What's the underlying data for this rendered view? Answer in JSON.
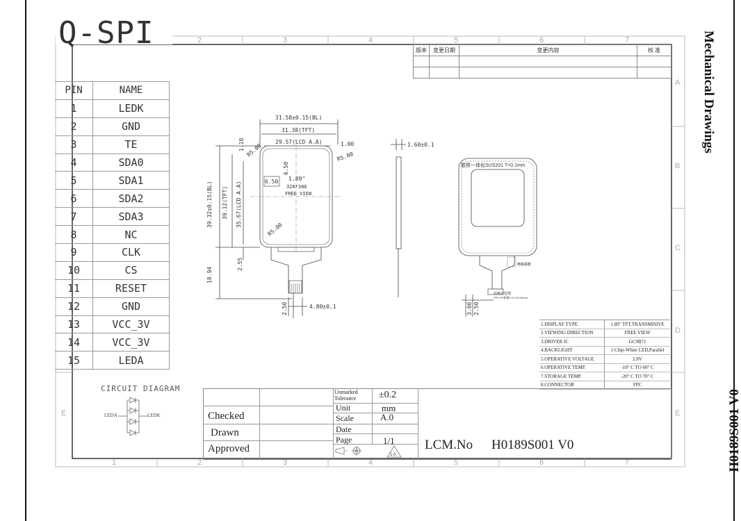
{
  "title": "Q-SPI",
  "side_title": "Mechanical Drawings",
  "side_model": "H0189S001 V0",
  "pin_table": {
    "header_pin": "PIN",
    "header_name": "NAME",
    "rows": [
      {
        "pin": "1",
        "name": "LEDK"
      },
      {
        "pin": "2",
        "name": "GND"
      },
      {
        "pin": "3",
        "name": "TE"
      },
      {
        "pin": "4",
        "name": "SDA0"
      },
      {
        "pin": "5",
        "name": "SDA1"
      },
      {
        "pin": "6",
        "name": "SDA2"
      },
      {
        "pin": "7",
        "name": "SDA3"
      },
      {
        "pin": "8",
        "name": "NC"
      },
      {
        "pin": "9",
        "name": "CLK"
      },
      {
        "pin": "10",
        "name": "CS"
      },
      {
        "pin": "11",
        "name": "RESET"
      },
      {
        "pin": "12",
        "name": "GND"
      },
      {
        "pin": "13",
        "name": "VCC_3V"
      },
      {
        "pin": "14",
        "name": "VCC_3V"
      },
      {
        "pin": "15",
        "name": "LEDA"
      }
    ]
  },
  "circuit": {
    "label": "CIRCUIT  DIAGRAM",
    "leda": "LEDA",
    "ledk": "LEDK"
  },
  "frame": {
    "col_labels": [
      "1",
      "2",
      "3",
      "4",
      "5",
      "6",
      "7"
    ],
    "row_labels": [
      "A",
      "B",
      "C",
      "D",
      "E"
    ]
  },
  "revision_table": {
    "version": "版本",
    "change_date": "变更日期",
    "change_content": "变更内容",
    "approve": "核 准"
  },
  "front_view": {
    "dim_bl_width": "31.58±0.15(BL)",
    "dim_tft_width": "31.38(TFT)",
    "dim_lcd_aa_width": "29.57(LCD A.A)",
    "dim_1_10": "1.10",
    "dim_1_00": "1.00",
    "dim_r5_tl": "R5.00",
    "dim_r5_tr": "R5.00",
    "dim_r5_bl": "R5.00",
    "dim_6_50_h": "6.50",
    "dim_6_50_v": "6.50",
    "screen_size": "1.89\"",
    "resolution": "320*386",
    "free_view": "FREE VIEW",
    "dim_bl_height": "39.32±0.15(BL)",
    "dim_tft_height": "39.12(TFT)",
    "dim_lcd_aa_height": "35.67(LCD A.A)",
    "dim_2_55": "2.55",
    "dim_18_94": "18.94",
    "dim_2_50": "2.50",
    "dim_4_80": "4.80±0.1"
  },
  "side_view": {
    "thickness": "1.60±0.1"
  },
  "back_view": {
    "frame_note": "胶铁一体化SUS201 T=0.1mm",
    "comp_note": "绝缘黑胶",
    "white_line_note": "白色对位线",
    "fpc_note": "FPC+PI补强T=0.2±0.03mm",
    "dim_3_00": "3.00",
    "dim_2_50": "2.50"
  },
  "spec_table": [
    {
      "label": "1.DISPLAY TYPE",
      "value": "1.89\" TFT,TRANSMISIVE"
    },
    {
      "label": "2.VIEWING DIRECTION",
      "value": "FREE VIEW"
    },
    {
      "label": "3.DRIVER IC",
      "value": "GC9B71"
    },
    {
      "label": "4.BACKLIGHT",
      "value": "1 Chip-White LED,Parallel"
    },
    {
      "label": "5.OPERATIVE VOLTAGE",
      "value": "2.8V"
    },
    {
      "label": "6.OPERATIVE TEMP.",
      "value": "-10° C TO 60° C"
    },
    {
      "label": "7.STORAGE TEMP.",
      "value": "-20° C TO 70° C"
    },
    {
      "label": "8.CONNECTOR",
      "value": "FPC"
    }
  ],
  "title_block": {
    "checked": "Checked",
    "drawn": "Drawn",
    "approved": "Approved",
    "unmarked_tolerance": "Unmarked Tolerance",
    "tolerance_value": "±0.2",
    "unit_label": "Unit",
    "unit_value": "mm",
    "scale_label": "Scale",
    "scale_value": "A.0",
    "date_label": "Date",
    "page_label": "Page",
    "page_value": "1/1",
    "revision_mark": "1.0",
    "lcm_label": "LCM.No",
    "lcm_value": "H0189S001 V0"
  }
}
